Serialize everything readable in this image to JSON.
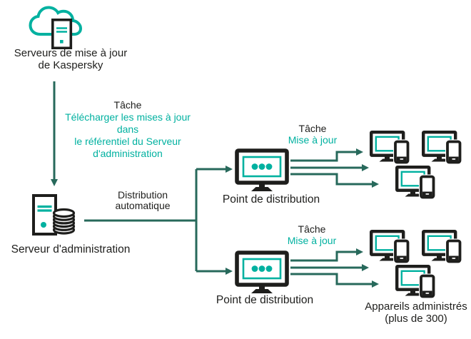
{
  "colors": {
    "teal": "#00B1A0",
    "dark_teal": "#27695B",
    "ink": "#1E1E1C",
    "background": "#FFFFFF"
  },
  "update_servers": {
    "icon": "cloud-server-icon",
    "label_lines": [
      "Serveurs de mise à jour",
      "de Kaspersky"
    ]
  },
  "download_task": {
    "title": "Tâche",
    "detail_lines": [
      "Télécharger les mises à jour",
      "dans",
      "le référentiel du Serveur",
      "d'administration"
    ]
  },
  "admin_server": {
    "icon": "server-database-icon",
    "label": "Serveur d'administration"
  },
  "auto_distribution": {
    "label_lines": [
      "Distribution",
      "automatique"
    ]
  },
  "distribution_points": {
    "top": {
      "icon": "monitor-dots-icon",
      "label": "Point de distribution",
      "task_title": "Tâche",
      "task_name": "Mise à jour"
    },
    "bottom": {
      "icon": "monitor-dots-icon",
      "label": "Point de distribution",
      "task_title": "Tâche",
      "task_name": "Mise à jour"
    }
  },
  "managed_devices": {
    "icon": "monitor-phone-icon",
    "label_lines": [
      "Appareils administrés",
      "(plus de 300)"
    ]
  }
}
